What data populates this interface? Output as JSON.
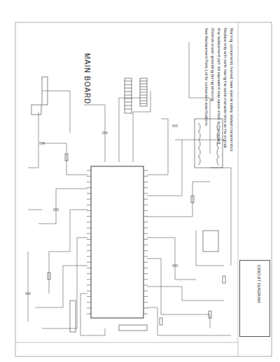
{
  "diagram": {
    "title": "MAIN BOARD",
    "nodes": [
      {
        "text": [
          "CIRCUIT DIAGRAM"
        ]
      }
    ],
    "labels": [
      "Warning: components marked have special safety related characteristics.",
      "Replace only with parts having the same characteristics as the original.",
      "Any replacement part not equivalent may cause shock or fire hazard.",
      "Observe proper grounding during servicing.",
      "See Replacement Parts List for component specifications."
    ]
  }
}
